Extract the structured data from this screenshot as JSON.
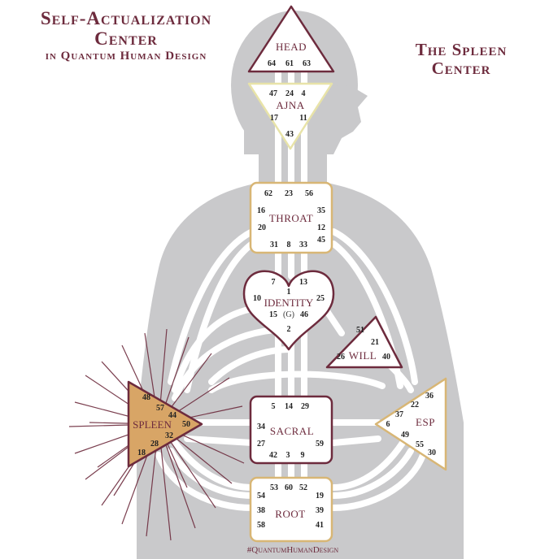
{
  "title": {
    "line1": "Self-Actualization",
    "line2": "Center",
    "line3": "in Quantum Human Design"
  },
  "subtitle_right": {
    "line1": "The Spleen",
    "line2": "Center"
  },
  "footer_hashtag": "#QuantumHumanDesign",
  "colors": {
    "body": "#c9c9cb",
    "channel": "#ffffff",
    "accent": "#6d2b3d",
    "spleen_fill": "#d8a566",
    "border_gold": "#d8b675",
    "ajna_border": "#e8e3a8"
  },
  "centers": {
    "head": {
      "label": "HEAD",
      "gates": [
        "64",
        "61",
        "63"
      ]
    },
    "ajna": {
      "label": "AJNA",
      "gates": [
        "47",
        "24",
        "4",
        "17",
        "11",
        "43"
      ]
    },
    "throat": {
      "label": "THROAT",
      "gates": [
        "62",
        "23",
        "56",
        "16",
        "35",
        "20",
        "12",
        "45",
        "31",
        "8",
        "33"
      ]
    },
    "identity": {
      "label": "IDENTITY",
      "sublabel": "(G)",
      "gates": [
        "7",
        "13",
        "1",
        "10",
        "25",
        "15",
        "46",
        "2"
      ]
    },
    "will": {
      "label": "WILL",
      "gates": [
        "51",
        "21",
        "26",
        "40"
      ]
    },
    "spleen": {
      "label": "SPLEEN",
      "gates": [
        "48",
        "57",
        "44",
        "50",
        "32",
        "28",
        "18"
      ]
    },
    "sacral": {
      "label": "SACRAL",
      "gates": [
        "5",
        "14",
        "29",
        "34",
        "27",
        "59",
        "42",
        "3",
        "9"
      ]
    },
    "esp": {
      "label": "ESP",
      "gates": [
        "36",
        "22",
        "37",
        "6",
        "49",
        "55",
        "30"
      ]
    },
    "root": {
      "label": "ROOT",
      "gates": [
        "53",
        "60",
        "52",
        "54",
        "19",
        "38",
        "39",
        "58",
        "41"
      ]
    }
  }
}
